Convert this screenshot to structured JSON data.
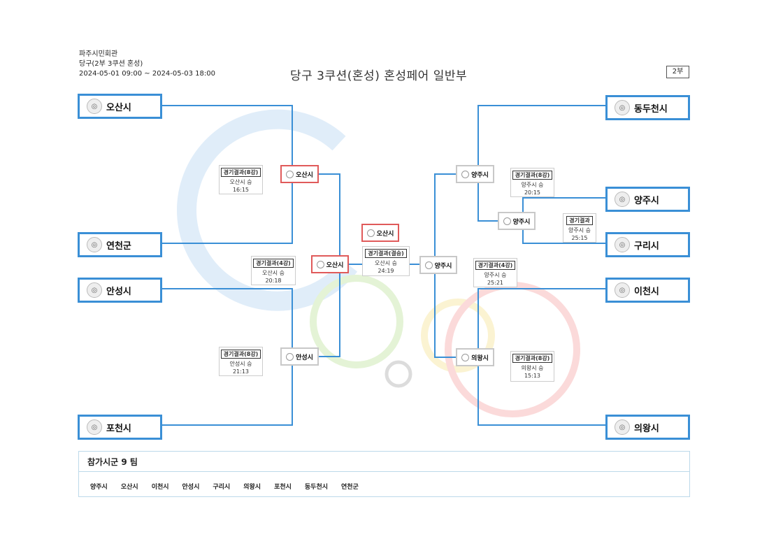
{
  "header": {
    "venue": "파주시민회관",
    "event": "당구(2부 3쿠션 혼성)",
    "period": "2024-05-01 09:00 ~ 2024-05-03 18:00",
    "title": "당구 3쿠션(혼성) 혼성페어 일반부",
    "division": "2부"
  },
  "teams_left": [
    "오산시",
    "연천군",
    "안성시",
    "포천시"
  ],
  "teams_right": [
    "동두천시",
    "양주시",
    "구리시",
    "이천시",
    "의왕시"
  ],
  "nodes": {
    "l1": "오산시",
    "l2": "안성시",
    "l3": "오산시",
    "final_winner": "오산시",
    "r1": "양주시",
    "r2": "양주시",
    "r3": "양주시",
    "r4": "의왕시"
  },
  "results": {
    "l1": {
      "label": "경기결과(8강)",
      "winner": "오산시 승",
      "score": "16:15"
    },
    "l2": {
      "label": "경기결과(8강)",
      "winner": "안성시 승",
      "score": "21:13"
    },
    "l3": {
      "label": "경기결과(4강)",
      "winner": "오산시 승",
      "score": "20:18"
    },
    "final": {
      "label": "경기결과(결승)",
      "winner": "오산시 승",
      "score": "24:19"
    },
    "r1": {
      "label": "경기결과(8강)",
      "winner": "양주시 승",
      "score": "20:15"
    },
    "r2": {
      "label": "경기결과",
      "winner": "양주시 승",
      "score": "25:15"
    },
    "r3": {
      "label": "경기결과(4강)",
      "winner": "양주시 승",
      "score": "25:21"
    },
    "r4": {
      "label": "경기결과(8강)",
      "winner": "의왕시 승",
      "score": "15:13"
    }
  },
  "participants": {
    "title": "참가시군 9 팀",
    "list": [
      "양주시",
      "오산시",
      "이천시",
      "안성시",
      "구리시",
      "의왕시",
      "포천시",
      "동두천시",
      "연천군"
    ]
  },
  "colors": {
    "line": "#3a8fd6",
    "winner_border": "#e05a5a",
    "node_border": "#c8c8c8"
  }
}
